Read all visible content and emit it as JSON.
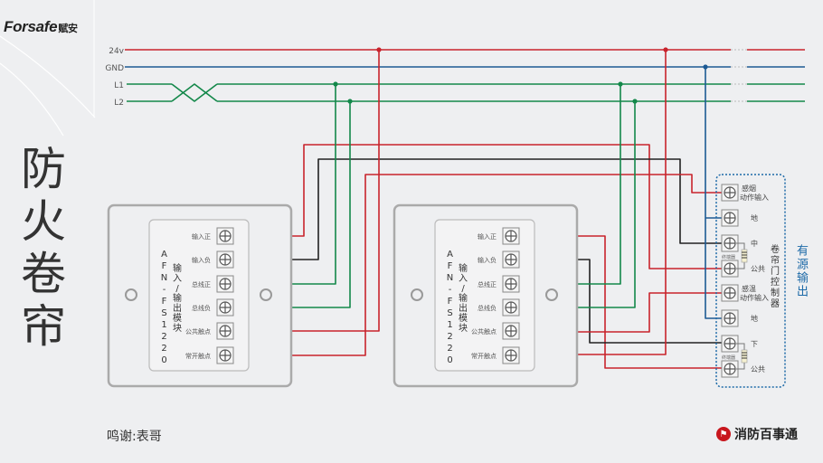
{
  "logo": {
    "text": "Forsafe",
    "suffix": "赋安"
  },
  "title": "防火卷帘",
  "credit": "鸣谢:表哥",
  "brand": "消防百事通",
  "bus": {
    "labels": [
      "24v",
      "GND",
      "L1",
      "L2"
    ],
    "colors": [
      "#c8232c",
      "#1d5a94",
      "#13884a",
      "#13884a"
    ]
  },
  "module": {
    "model": "AFN-FS1220",
    "name": "输入/输出模块",
    "terminals": [
      "输入正",
      "输入负",
      "总线正",
      "总线负",
      "公共触点",
      "常开触点"
    ]
  },
  "controller": {
    "name": "卷帘门控制器",
    "output_label": "有源输出",
    "terminals": [
      "感烟动作输入",
      "地",
      "中",
      "公共",
      "感温动作输入",
      "地",
      "下",
      "公共"
    ],
    "resistor_label": "终端器"
  },
  "colors": {
    "red": "#c8232c",
    "black": "#222222",
    "green": "#13884a",
    "blue": "#1d5a94",
    "dashed": "#1d6aa8"
  }
}
